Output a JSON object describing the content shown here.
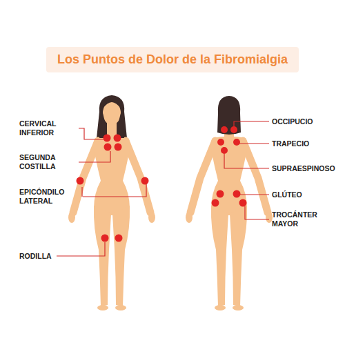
{
  "diagram": {
    "title": "Los Puntos de Dolor de la Fibromialgia",
    "labels": [
      "CERVICAL INFERIOR",
      "SEGUNDA COSTILLA",
      "EPICÓNDILO LATERAL",
      "RODILLA",
      "OCCIPUCIO",
      "TRAPECIO",
      "SUPRAESPINOSO",
      "GLÚTEO",
      "TROCÁNTER MAYOR"
    ]
  }
}
